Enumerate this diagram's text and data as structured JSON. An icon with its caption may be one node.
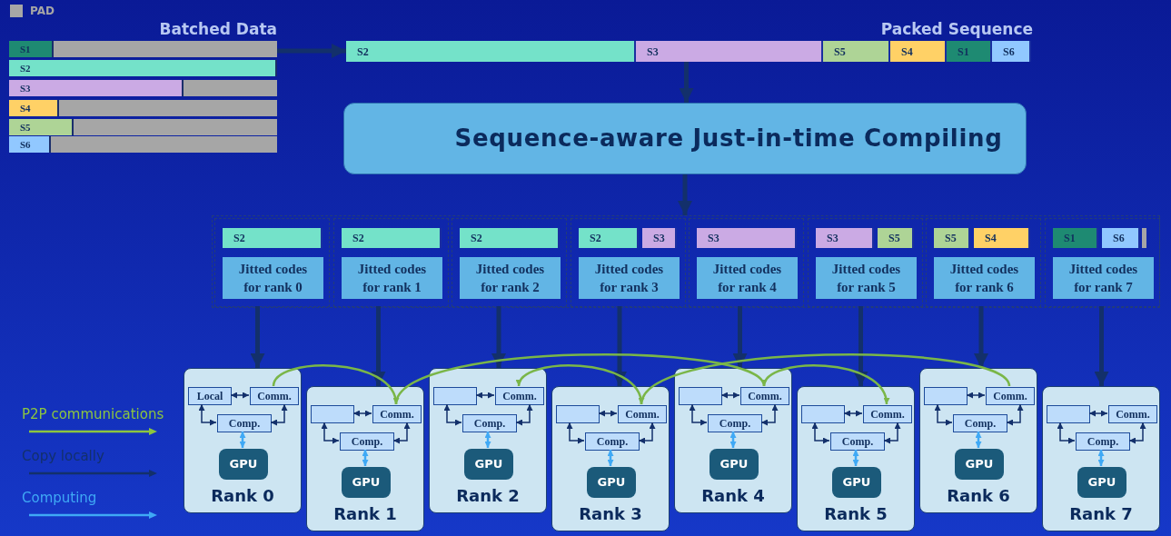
{
  "diagram": {
    "nodes": [
      {
        "text": [
          "Batched Data"
        ]
      },
      {
        "text": [
          "S1"
        ],
        "in": 0
      },
      {
        "text": [
          "S2"
        ],
        "in": 0
      },
      {
        "text": [
          "S3"
        ],
        "in": 0
      },
      {
        "text": [
          "S4"
        ],
        "in": 0
      },
      {
        "text": [
          "S5"
        ],
        "in": 0
      },
      {
        "text": [
          "S6"
        ],
        "in": 0
      },
      {
        "text": [
          "Packed Sequence"
        ]
      },
      {
        "text": [
          "S2"
        ],
        "in": 7
      },
      {
        "text": [
          "S3"
        ],
        "in": 7
      },
      {
        "text": [
          "S5"
        ],
        "in": 7
      },
      {
        "text": [
          "S4"
        ],
        "in": 7
      },
      {
        "text": [
          "S1"
        ],
        "in": 7
      },
      {
        "text": [
          "S6"
        ],
        "in": 7
      },
      {
        "text": [
          "Sequence-aware Just-in-time Compiling"
        ]
      },
      {
        "text": [],
        "shape": "box"
      },
      {
        "text": [],
        "shape": "box",
        "in": 15
      },
      {
        "text": [
          "S2"
        ],
        "in": 16
      },
      {
        "text": [
          "Jitted codes for rank 0"
        ],
        "in": 16
      },
      {
        "text": [],
        "shape": "box",
        "in": 15
      },
      {
        "text": [
          "S2"
        ],
        "in": 19
      },
      {
        "text": [
          "Jitted codes for rank 1"
        ],
        "in": 19
      },
      {
        "text": [],
        "shape": "box",
        "in": 15
      },
      {
        "text": [
          "S2"
        ],
        "in": 22
      },
      {
        "text": [
          "Jitted codes for rank 2"
        ],
        "in": 22
      },
      {
        "text": [],
        "shape": "box",
        "in": 15
      },
      {
        "text": [
          "S2"
        ],
        "in": 25
      },
      {
        "text": [
          "S3"
        ],
        "in": 25
      },
      {
        "text": [
          "Jitted codes for rank 3"
        ],
        "in": 25
      },
      {
        "text": [],
        "shape": "box",
        "in": 15
      },
      {
        "text": [
          "S3"
        ],
        "in": 29
      },
      {
        "text": [
          "Jitted codes for rank 4"
        ],
        "in": 29
      },
      {
        "text": [],
        "shape": "box",
        "in": 15
      },
      {
        "text": [
          "S3"
        ],
        "in": 32
      },
      {
        "text": [
          "S5"
        ],
        "in": 32
      },
      {
        "text": [
          "Jitted codes for rank 5"
        ],
        "in": 32
      },
      {
        "text": [],
        "shape": "box",
        "in": 15
      },
      {
        "text": [
          "S5"
        ],
        "in": 36
      },
      {
        "text": [
          "S4"
        ],
        "in": 36
      },
      {
        "text": [
          "Jitted codes for rank 6"
        ],
        "in": 36
      },
      {
        "text": [],
        "shape": "box",
        "in": 15
      },
      {
        "text": [
          "S1"
        ],
        "in": 40
      },
      {
        "text": [
          "S6"
        ],
        "in": 40
      },
      {
        "text": [
          "Jitted codes for rank 7"
        ],
        "in": 40
      },
      {
        "text": [
          "Rank 0"
        ]
      },
      {
        "text": [
          "Local"
        ],
        "in": 44
      },
      {
        "text": [
          "Comm."
        ],
        "in": 44
      },
      {
        "text": [
          "Comp."
        ],
        "in": 44
      },
      {
        "text": [
          "GPU"
        ],
        "in": 44
      },
      {
        "text": [
          "Rank 1"
        ]
      },
      {
        "text": [],
        "shape": "box",
        "in": 49
      },
      {
        "text": [
          "Comm."
        ],
        "in": 49
      },
      {
        "text": [
          "Comp."
        ],
        "in": 49
      },
      {
        "text": [
          "GPU"
        ],
        "in": 49
      },
      {
        "text": [
          "Rank 2"
        ]
      },
      {
        "text": [],
        "shape": "box",
        "in": 54
      },
      {
        "text": [
          "Comm."
        ],
        "in": 54
      },
      {
        "text": [
          "Comp."
        ],
        "in": 54
      },
      {
        "text": [
          "GPU"
        ],
        "in": 54
      },
      {
        "text": [
          "Rank 3"
        ]
      },
      {
        "text": [],
        "shape": "box",
        "in": 59
      },
      {
        "text": [
          "Comm."
        ],
        "in": 59
      },
      {
        "text": [
          "Comp."
        ],
        "in": 59
      },
      {
        "text": [
          "GPU"
        ],
        "in": 59
      },
      {
        "text": [
          "Rank 4"
        ]
      },
      {
        "text": [],
        "shape": "box",
        "in": 64
      },
      {
        "text": [
          "Comm."
        ],
        "in": 64
      },
      {
        "text": [
          "Comp."
        ],
        "in": 64
      },
      {
        "text": [
          "GPU"
        ],
        "in": 64
      },
      {
        "text": [
          "Rank 5"
        ]
      },
      {
        "text": [],
        "shape": "box",
        "in": 69
      },
      {
        "text": [
          "Comm."
        ],
        "in": 69
      },
      {
        "text": [
          "Comp."
        ],
        "in": 69
      },
      {
        "text": [
          "GPU"
        ],
        "in": 69
      },
      {
        "text": [
          "Rank 6"
        ]
      },
      {
        "text": [],
        "shape": "box",
        "in": 74
      },
      {
        "text": [
          "Comm."
        ],
        "in": 74
      },
      {
        "text": [
          "Comp."
        ],
        "in": 74
      },
      {
        "text": [
          "GPU"
        ],
        "in": 74
      },
      {
        "text": [
          "Rank 7"
        ]
      },
      {
        "text": [],
        "shape": "box",
        "in": 79
      },
      {
        "text": [
          "Comm."
        ],
        "in": 79
      },
      {
        "text": [
          "Comp."
        ],
        "in": 79
      },
      {
        "text": [
          "GPU"
        ],
        "in": 79
      }
    ],
    "edges": [
      {
        "from": 0,
        "to": 7,
        "arrow": "to",
        "style": "thick"
      },
      {
        "from": 7,
        "to": 14,
        "arrow": "to",
        "style": "thick"
      },
      {
        "from": 14,
        "to": 15,
        "arrow": "to",
        "style": "thick"
      },
      {
        "from": 16,
        "to": 44,
        "arrow": "to",
        "style": "thick"
      },
      {
        "from": 19,
        "to": 49,
        "arrow": "to",
        "style": "thick"
      },
      {
        "from": 22,
        "to": 54,
        "arrow": "to",
        "style": "thick"
      },
      {
        "from": 25,
        "to": 59,
        "arrow": "to",
        "style": "thick"
      },
      {
        "from": 29,
        "to": 64,
        "arrow": "to",
        "style": "thick"
      },
      {
        "from": 32,
        "to": 69,
        "arrow": "to",
        "style": "thick"
      },
      {
        "from": 36,
        "to": 74,
        "arrow": "to",
        "style": "thick"
      },
      {
        "from": 40,
        "to": 79,
        "arrow": "to",
        "style": "thick"
      },
      {
        "from": 45,
        "to": 46,
        "arrow": "both"
      },
      {
        "from": 45,
        "to": 47,
        "arrow": "both"
      },
      {
        "from": 47,
        "to": 46,
        "arrow": "both"
      },
      {
        "from": 47,
        "to": 48,
        "arrow": "both",
        "color": "#3fa9f5"
      },
      {
        "from": 50,
        "to": 51,
        "arrow": "both"
      },
      {
        "from": 50,
        "to": 52,
        "arrow": "both"
      },
      {
        "from": 52,
        "to": 51,
        "arrow": "both"
      },
      {
        "from": 52,
        "to": 53,
        "arrow": "both",
        "color": "#3fa9f5"
      },
      {
        "from": 55,
        "to": 56,
        "arrow": "both"
      },
      {
        "from": 55,
        "to": 57,
        "arrow": "both"
      },
      {
        "from": 57,
        "to": 56,
        "arrow": "both"
      },
      {
        "from": 57,
        "to": 58,
        "arrow": "both",
        "color": "#3fa9f5"
      },
      {
        "from": 60,
        "to": 61,
        "arrow": "both"
      },
      {
        "from": 60,
        "to": 62,
        "arrow": "both"
      },
      {
        "from": 62,
        "to": 61,
        "arrow": "both"
      },
      {
        "from": 62,
        "to": 63,
        "arrow": "both",
        "color": "#3fa9f5"
      },
      {
        "from": 65,
        "to": 66,
        "arrow": "both"
      },
      {
        "from": 65,
        "to": 67,
        "arrow": "both"
      },
      {
        "from": 67,
        "to": 66,
        "arrow": "both"
      },
      {
        "from": 67,
        "to": 68,
        "arrow": "both",
        "color": "#3fa9f5"
      },
      {
        "from": 70,
        "to": 71,
        "arrow": "both"
      },
      {
        "from": 70,
        "to": 72,
        "arrow": "both"
      },
      {
        "from": 72,
        "to": 71,
        "arrow": "both"
      },
      {
        "from": 72,
        "to": 73,
        "arrow": "both",
        "color": "#3fa9f5"
      },
      {
        "from": 75,
        "to": 76,
        "arrow": "both"
      },
      {
        "from": 75,
        "to": 77,
        "arrow": "both"
      },
      {
        "from": 77,
        "to": 76,
        "arrow": "both"
      },
      {
        "from": 77,
        "to": 78,
        "arrow": "both",
        "color": "#3fa9f5"
      },
      {
        "from": 80,
        "to": 81,
        "arrow": "both"
      },
      {
        "from": 80,
        "to": 82,
        "arrow": "both"
      },
      {
        "from": 82,
        "to": 81,
        "arrow": "both"
      },
      {
        "from": 82,
        "to": 83,
        "arrow": "both",
        "color": "#3fa9f5"
      },
      {
        "from": 46,
        "to": 51,
        "arrow": "to",
        "color": "#7ab648"
      },
      {
        "from": 51,
        "to": 66,
        "arrow": "to",
        "color": "#7ab648"
      },
      {
        "from": 66,
        "to": 71,
        "arrow": "to",
        "color": "#7ab648"
      },
      {
        "from": 61,
        "to": 56,
        "arrow": "to",
        "color": "#7ab648"
      },
      {
        "from": 76,
        "to": 61,
        "arrow": "to",
        "color": "#7ab648"
      }
    ],
    "legend": [
      {
        "text": "PAD",
        "color": "#a6a6a6"
      },
      {
        "text": "P2P communications"
      },
      {
        "text": "Copy locally"
      },
      {
        "text": "Computing"
      }
    ]
  }
}
